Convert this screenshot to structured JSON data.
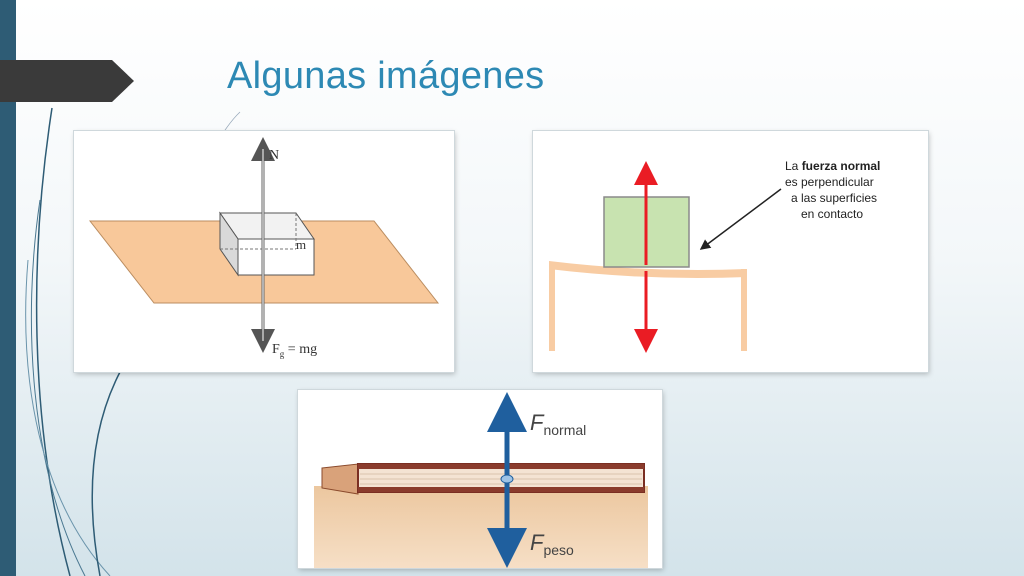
{
  "slide": {
    "title": "Algunas imágenes"
  },
  "diagram_block_plane": {
    "normal_label": "N",
    "mass_label": "m",
    "weight_label_main": "F",
    "weight_label_sub": "g",
    "weight_label_rest": " = mg"
  },
  "diagram_block_table": {
    "caption_line1_prefix": "La ",
    "caption_line1_bold": "fuerza normal",
    "caption_line2": "es perpendicular",
    "caption_line3": "a las superficies",
    "caption_line4": "en contacto",
    "arrow_color": "#ea1c24",
    "block_color": "#c8e3b0"
  },
  "diagram_book": {
    "top_label_main": "F",
    "top_label_sub": "normal",
    "bottom_label_main": "F",
    "bottom_label_sub": "peso",
    "arrow_color": "#1f5f9e"
  },
  "colors": {
    "title": "#2d89b4",
    "sidebar": "#2e5c75",
    "surface": "#f8c89a"
  }
}
